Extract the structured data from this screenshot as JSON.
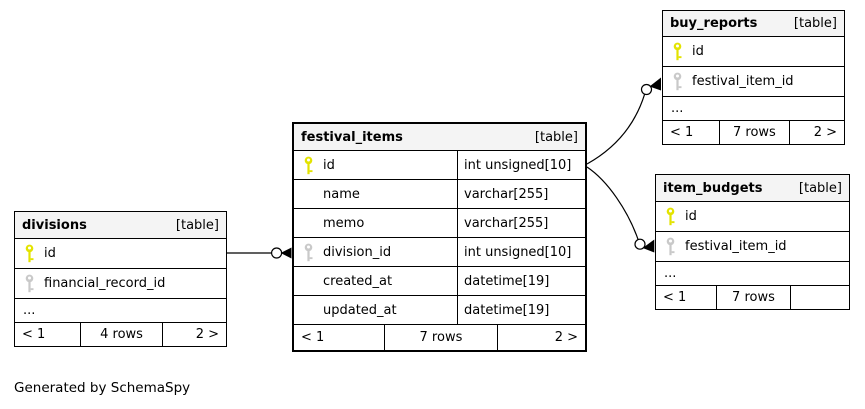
{
  "footer_note": "Generated by SchemaSpy",
  "tables": {
    "divisions": {
      "title": "divisions",
      "badge": "[table]",
      "columns": [
        {
          "name": "id",
          "key": "primary"
        },
        {
          "name": "financial_record_id",
          "key": "foreign"
        }
      ],
      "more": "...",
      "pager": {
        "left": "< 1",
        "center": "4 rows",
        "right": "2 >"
      }
    },
    "festival_items": {
      "title": "festival_items",
      "badge": "[table]",
      "columns": [
        {
          "name": "id",
          "type": "int unsigned[10]",
          "key": "primary"
        },
        {
          "name": "name",
          "type": "varchar[255]",
          "key": "none"
        },
        {
          "name": "memo",
          "type": "varchar[255]",
          "key": "none"
        },
        {
          "name": "division_id",
          "type": "int unsigned[10]",
          "key": "foreign"
        },
        {
          "name": "created_at",
          "type": "datetime[19]",
          "key": "none"
        },
        {
          "name": "updated_at",
          "type": "datetime[19]",
          "key": "none"
        }
      ],
      "pager": {
        "left": "< 1",
        "center": "7 rows",
        "right": "2 >"
      }
    },
    "buy_reports": {
      "title": "buy_reports",
      "badge": "[table]",
      "columns": [
        {
          "name": "id",
          "key": "primary"
        },
        {
          "name": "festival_item_id",
          "key": "foreign"
        }
      ],
      "more": "...",
      "pager": {
        "left": "< 1",
        "center": "7 rows",
        "right": "2 >"
      }
    },
    "item_budgets": {
      "title": "item_budgets",
      "badge": "[table]",
      "columns": [
        {
          "name": "id",
          "key": "primary"
        },
        {
          "name": "festival_item_id",
          "key": "foreign"
        }
      ],
      "more": "...",
      "pager": {
        "left": "< 1",
        "center": "7 rows",
        "right": ""
      }
    }
  },
  "relationships": [
    {
      "from": "festival_items.division_id",
      "to": "divisions.id"
    },
    {
      "from": "buy_reports.festival_item_id",
      "to": "festival_items.id"
    },
    {
      "from": "item_budgets.festival_item_id",
      "to": "festival_items.id"
    }
  ],
  "colors": {
    "primary_key": "#e3e300",
    "foreign_key": "#c9c9c9",
    "header_bg": "#f4f4f4"
  }
}
